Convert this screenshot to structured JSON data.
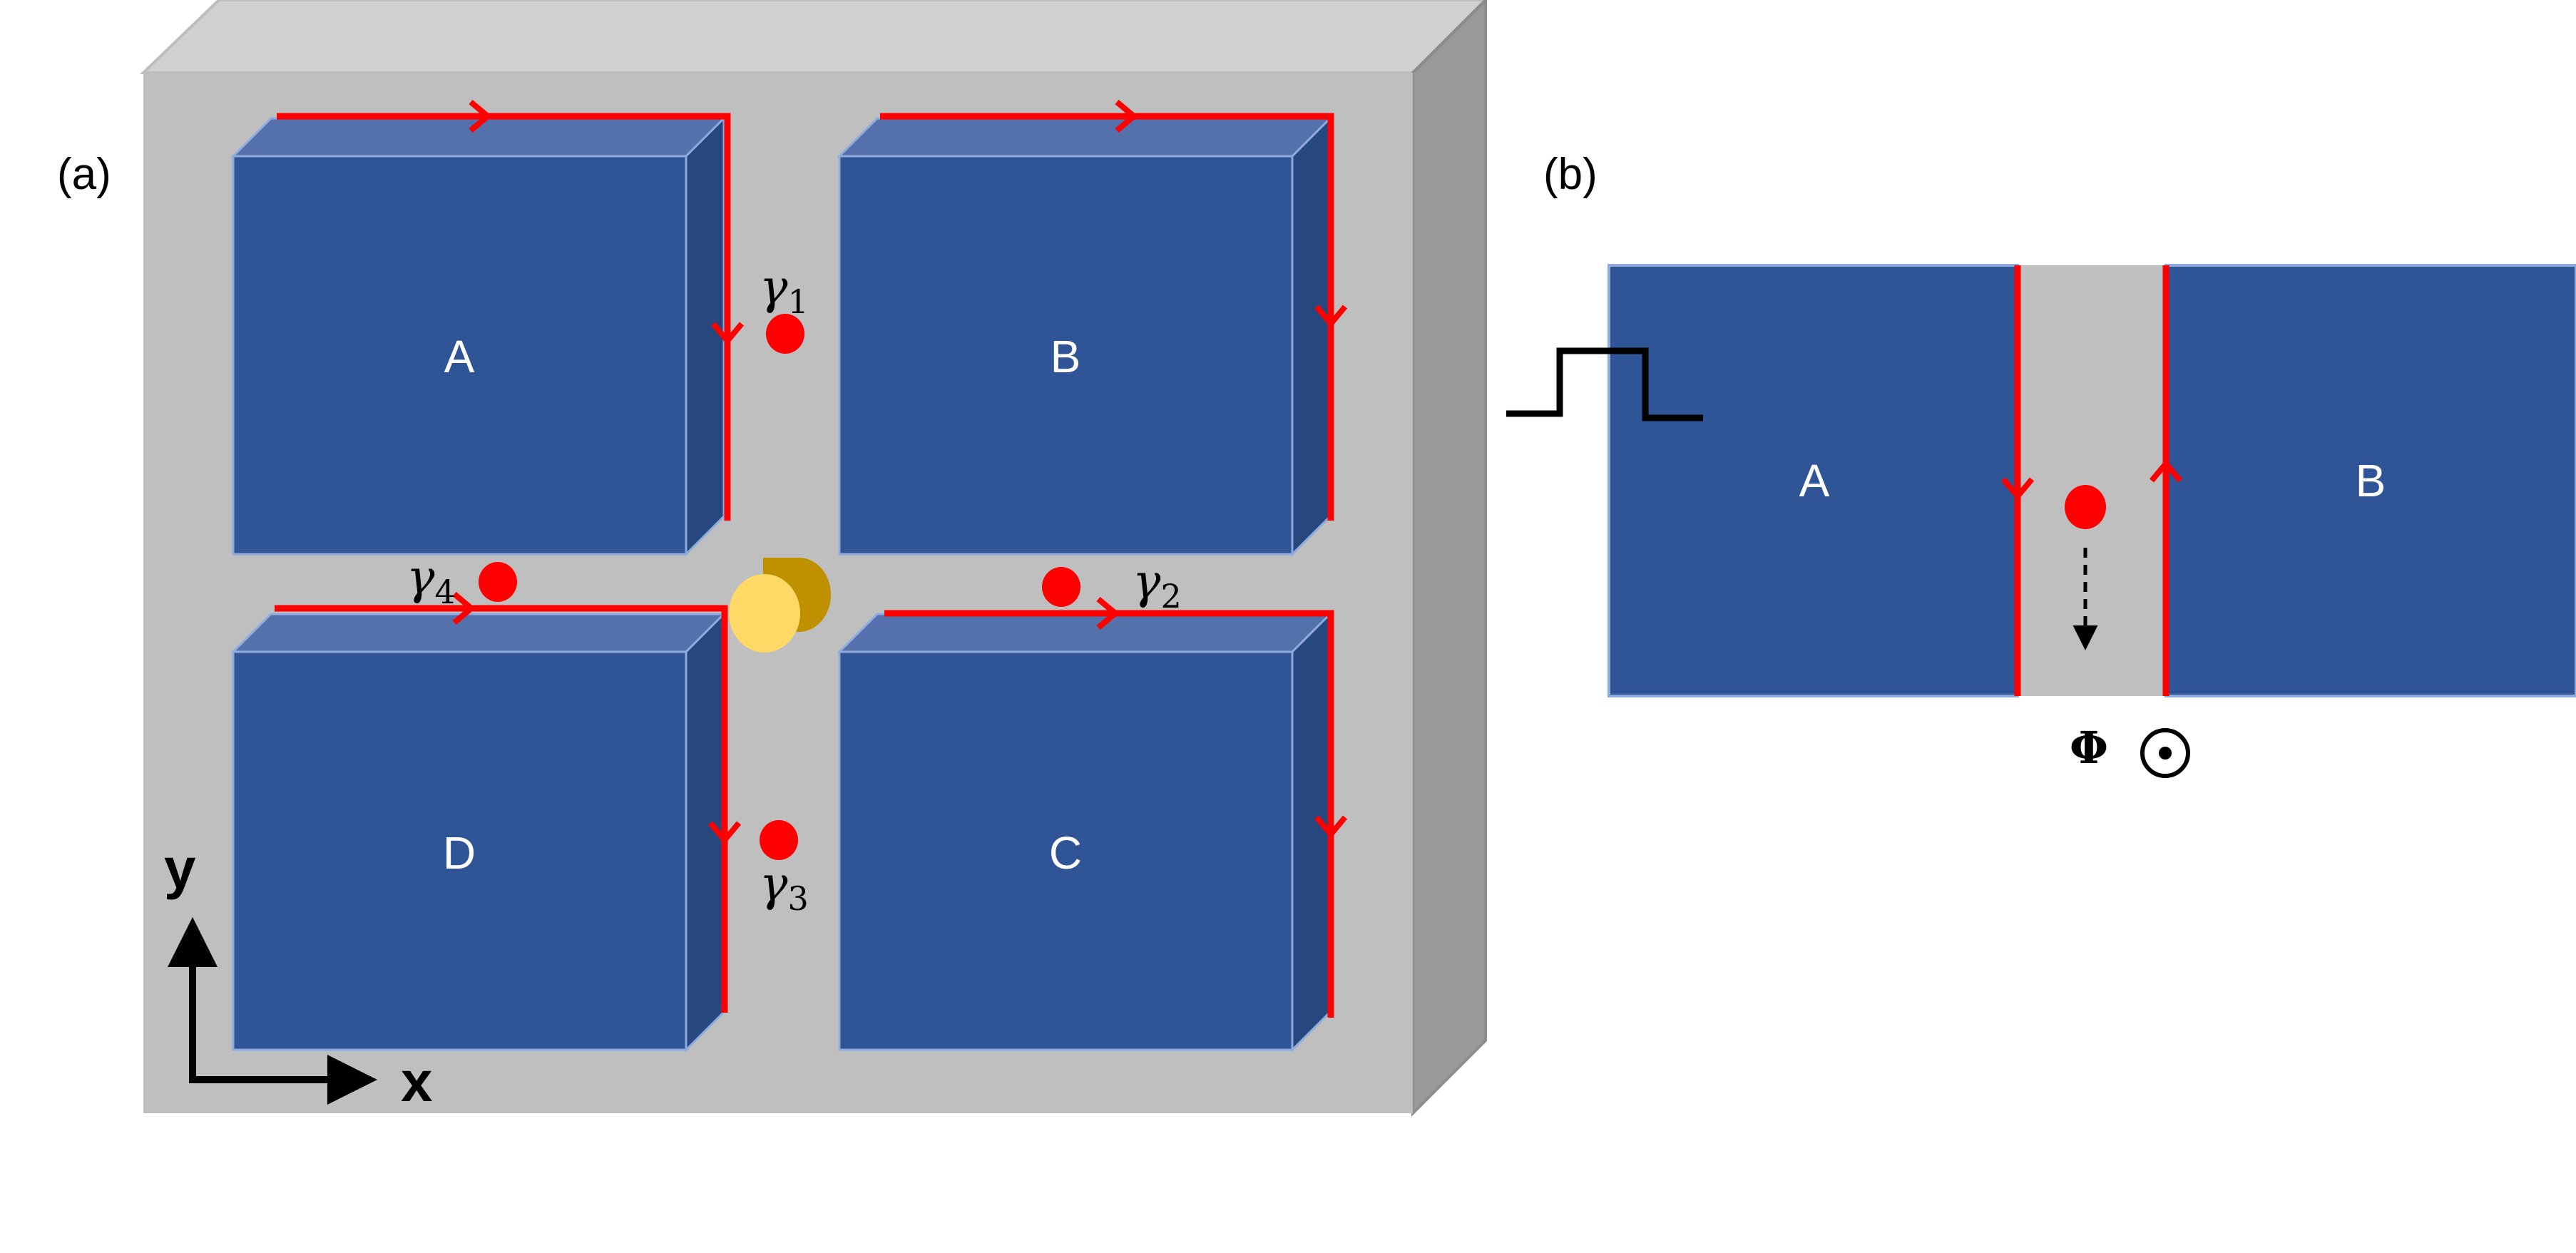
{
  "panel_a": {
    "label": "(a)",
    "blocks": [
      "A",
      "B",
      "D",
      "C"
    ],
    "majoranas": [
      {
        "greek": "γ",
        "sub": "1"
      },
      {
        "greek": "γ",
        "sub": "2"
      },
      {
        "greek": "γ",
        "sub": "3"
      },
      {
        "greek": "γ",
        "sub": "4"
      }
    ],
    "axes": {
      "y": "y",
      "x": "x"
    }
  },
  "panel_b": {
    "label": "(b)",
    "blocks": [
      "A",
      "B"
    ],
    "flux_symbol": "Φ"
  },
  "colors": {
    "substrate_top": "#bfbfbf",
    "substrate_lid": "#d0d0d0",
    "substrate_side": "#999999",
    "block_front": "#2f5597",
    "block_top": "#5571ab",
    "block_side": "#27477f",
    "block_edge": "#8faadc",
    "edge_current": "#ff0000",
    "majorana": "#ff0000",
    "junction_front": "#ffd966",
    "junction_body": "#bf9000"
  }
}
